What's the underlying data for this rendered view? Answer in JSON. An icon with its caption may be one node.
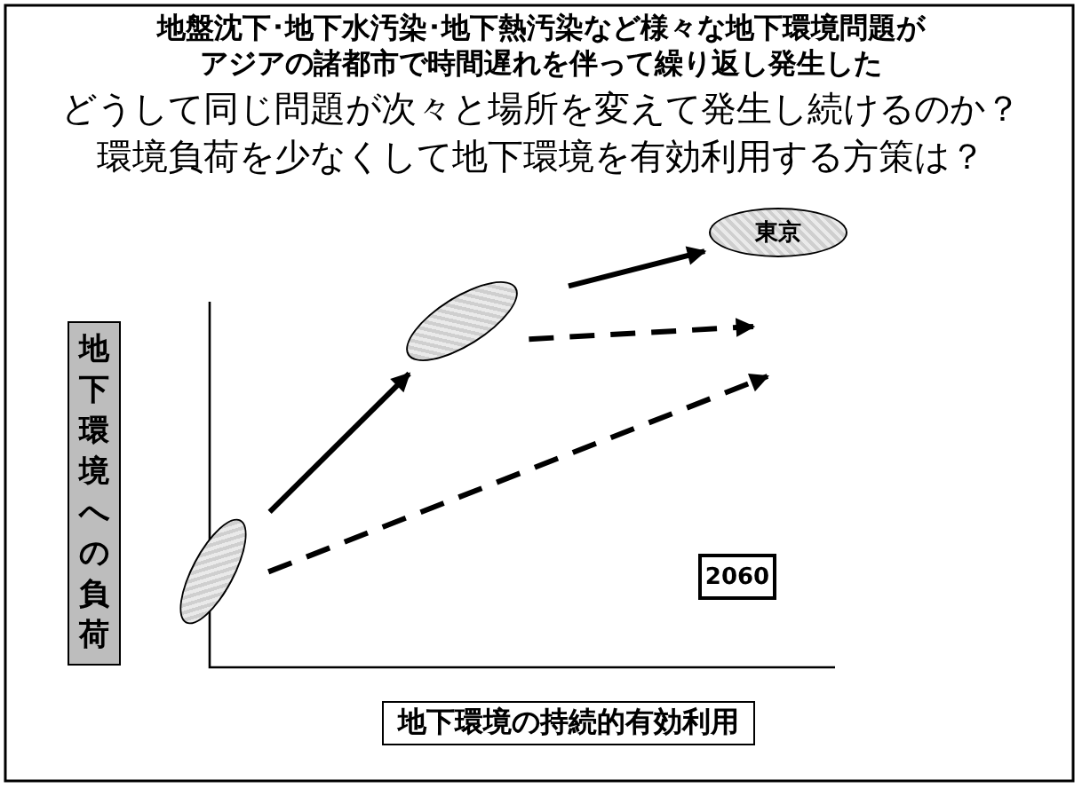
{
  "diagram": {
    "title": "地盤沈下･地下水汚染･地下熱汚染など様々な地下環境問題がアジアの諸都市で時間遅れを伴って繰り返し発生した",
    "nodes": [
      {
        "text": [],
        "shape": "ellipse"
      },
      {
        "text": [],
        "shape": "ellipse"
      },
      {
        "text": [
          "東京"
        ]
      },
      {
        "text": [
          "2060"
        ]
      },
      {
        "text": [
          "地下環境への負荷"
        ]
      },
      {
        "text": [
          "地下環境の持続的有効利用"
        ]
      }
    ],
    "edges": [
      {
        "from": 0,
        "to": 1,
        "arrow": "to"
      },
      {
        "from": 1,
        "to": 2,
        "arrow": "to"
      },
      {
        "from": 1,
        "to": null,
        "arrow": "to",
        "style": "dashed"
      },
      {
        "from": 0,
        "to": null,
        "arrow": "to",
        "style": "dashed"
      }
    ],
    "labels": [
      "どうして同じ問題が次々と場所を変えて発生し続けるのか？",
      "環境負荷を少なくして地下環境を有効利用する方策は？"
    ]
  }
}
